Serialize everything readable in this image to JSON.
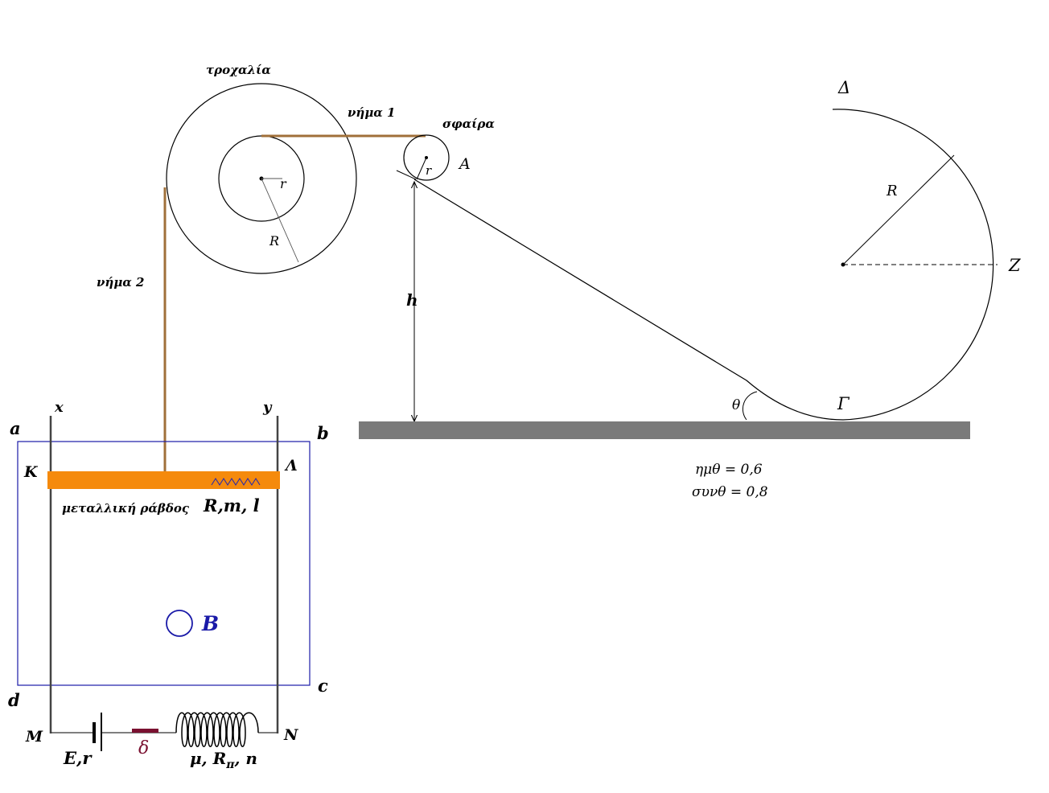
{
  "pulley": {
    "title": "τροχαλία",
    "inner_radius_label": "r",
    "outer_radius_label": "R"
  },
  "threads": {
    "thread1": "νήμα 1",
    "thread2": "νήμα 2"
  },
  "sphere": {
    "title": "σφαίρα",
    "radius_label": "r",
    "point_label": "A"
  },
  "track": {
    "height_label": "h",
    "angle_label": "θ",
    "bottom_point": "Γ",
    "top_point": "Δ",
    "side_point": "Z",
    "loop_radius_label": "R",
    "sin_text": "ημθ = 0,6",
    "cos_text": "συνθ = 0,8"
  },
  "circuit": {
    "rail_left": "x",
    "rail_right": "y",
    "corner_a": "a",
    "corner_b": "b",
    "corner_c": "c",
    "corner_d": "d",
    "rod_left": "K",
    "rod_right": "Λ",
    "rod_label": "μεταλλική ράβδος",
    "rod_params": "R,m, l",
    "field_label": "B",
    "node_left": "M",
    "node_right": "N",
    "battery_label": "E,r",
    "switch_label": "δ",
    "solenoid_label_1": "μ, R",
    "solenoid_sub": "π",
    "solenoid_label_2": ", n"
  },
  "colors": {
    "rod": "#f58a0c",
    "thread": "#a0703a",
    "field_region": "#1a1aa8",
    "ground": "#7a7a7a",
    "switch": "#7a1030"
  }
}
